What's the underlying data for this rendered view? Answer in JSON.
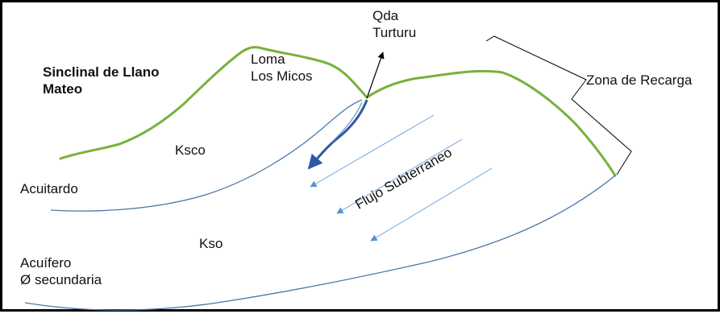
{
  "labels": {
    "sinclinal_line1": "Sinclinal de Llano",
    "sinclinal_line2": "Mateo",
    "loma_line1": "Loma",
    "loma_line2": "Los Micos",
    "qda_line1": "Qda",
    "qda_line2": "Turturu",
    "zona_recarga": "Zona de Recarga",
    "ksco": "Ksco",
    "acuitardo": "Acuitardo",
    "flujo": "Flujo Subterraneo",
    "kso": "Kso",
    "acuifero_line1": "Acuífero",
    "acuifero_line2": "Ø secundaria"
  },
  "colors": {
    "topography": "#77b13c",
    "contact_lines": "#4a76a8",
    "stream": "#2e58a6",
    "flow_arrows": "#8db4e2",
    "text": "#111111",
    "border": "#000000"
  }
}
